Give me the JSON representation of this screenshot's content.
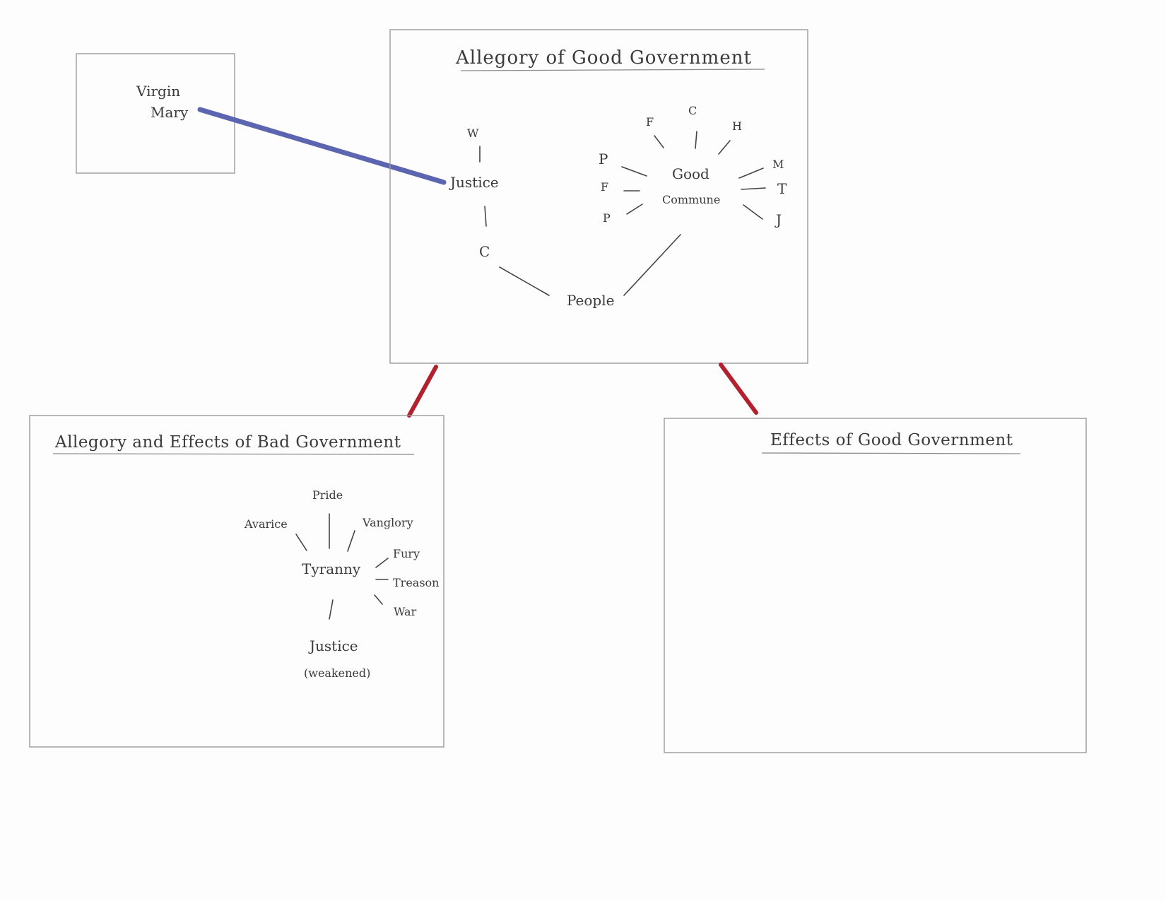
{
  "boxes": {
    "virgin_mary": {
      "label_line1": "Virgin",
      "label_line2": "Mary"
    },
    "good_government": {
      "title": "Allegory of Good Government",
      "justice_group": {
        "top": "W",
        "center": "Justice",
        "bottom": "C"
      },
      "commune_group": {
        "center_line1": "Good",
        "center_line2": "Commune",
        "left": [
          "P",
          "F",
          "P"
        ],
        "top": [
          "F",
          "C",
          "H"
        ],
        "right": [
          "M",
          "T",
          "J"
        ]
      },
      "people": "People"
    },
    "bad_government": {
      "title": "Allegory and Effects of Bad Government",
      "center": "Tyranny",
      "top": "Pride",
      "left": "Avarice",
      "upper_right": "Vanglory",
      "right": [
        "Fury",
        "Treason",
        "War"
      ],
      "bottom_line1": "Justice",
      "bottom_line2": "(weakened)"
    },
    "effects_good_government": {
      "title": "Effects of Good Government"
    }
  },
  "colors": {
    "blue_connector": "#5b65b0",
    "red_connector": "#b3202e",
    "box_stroke": "#9a9a9a"
  }
}
